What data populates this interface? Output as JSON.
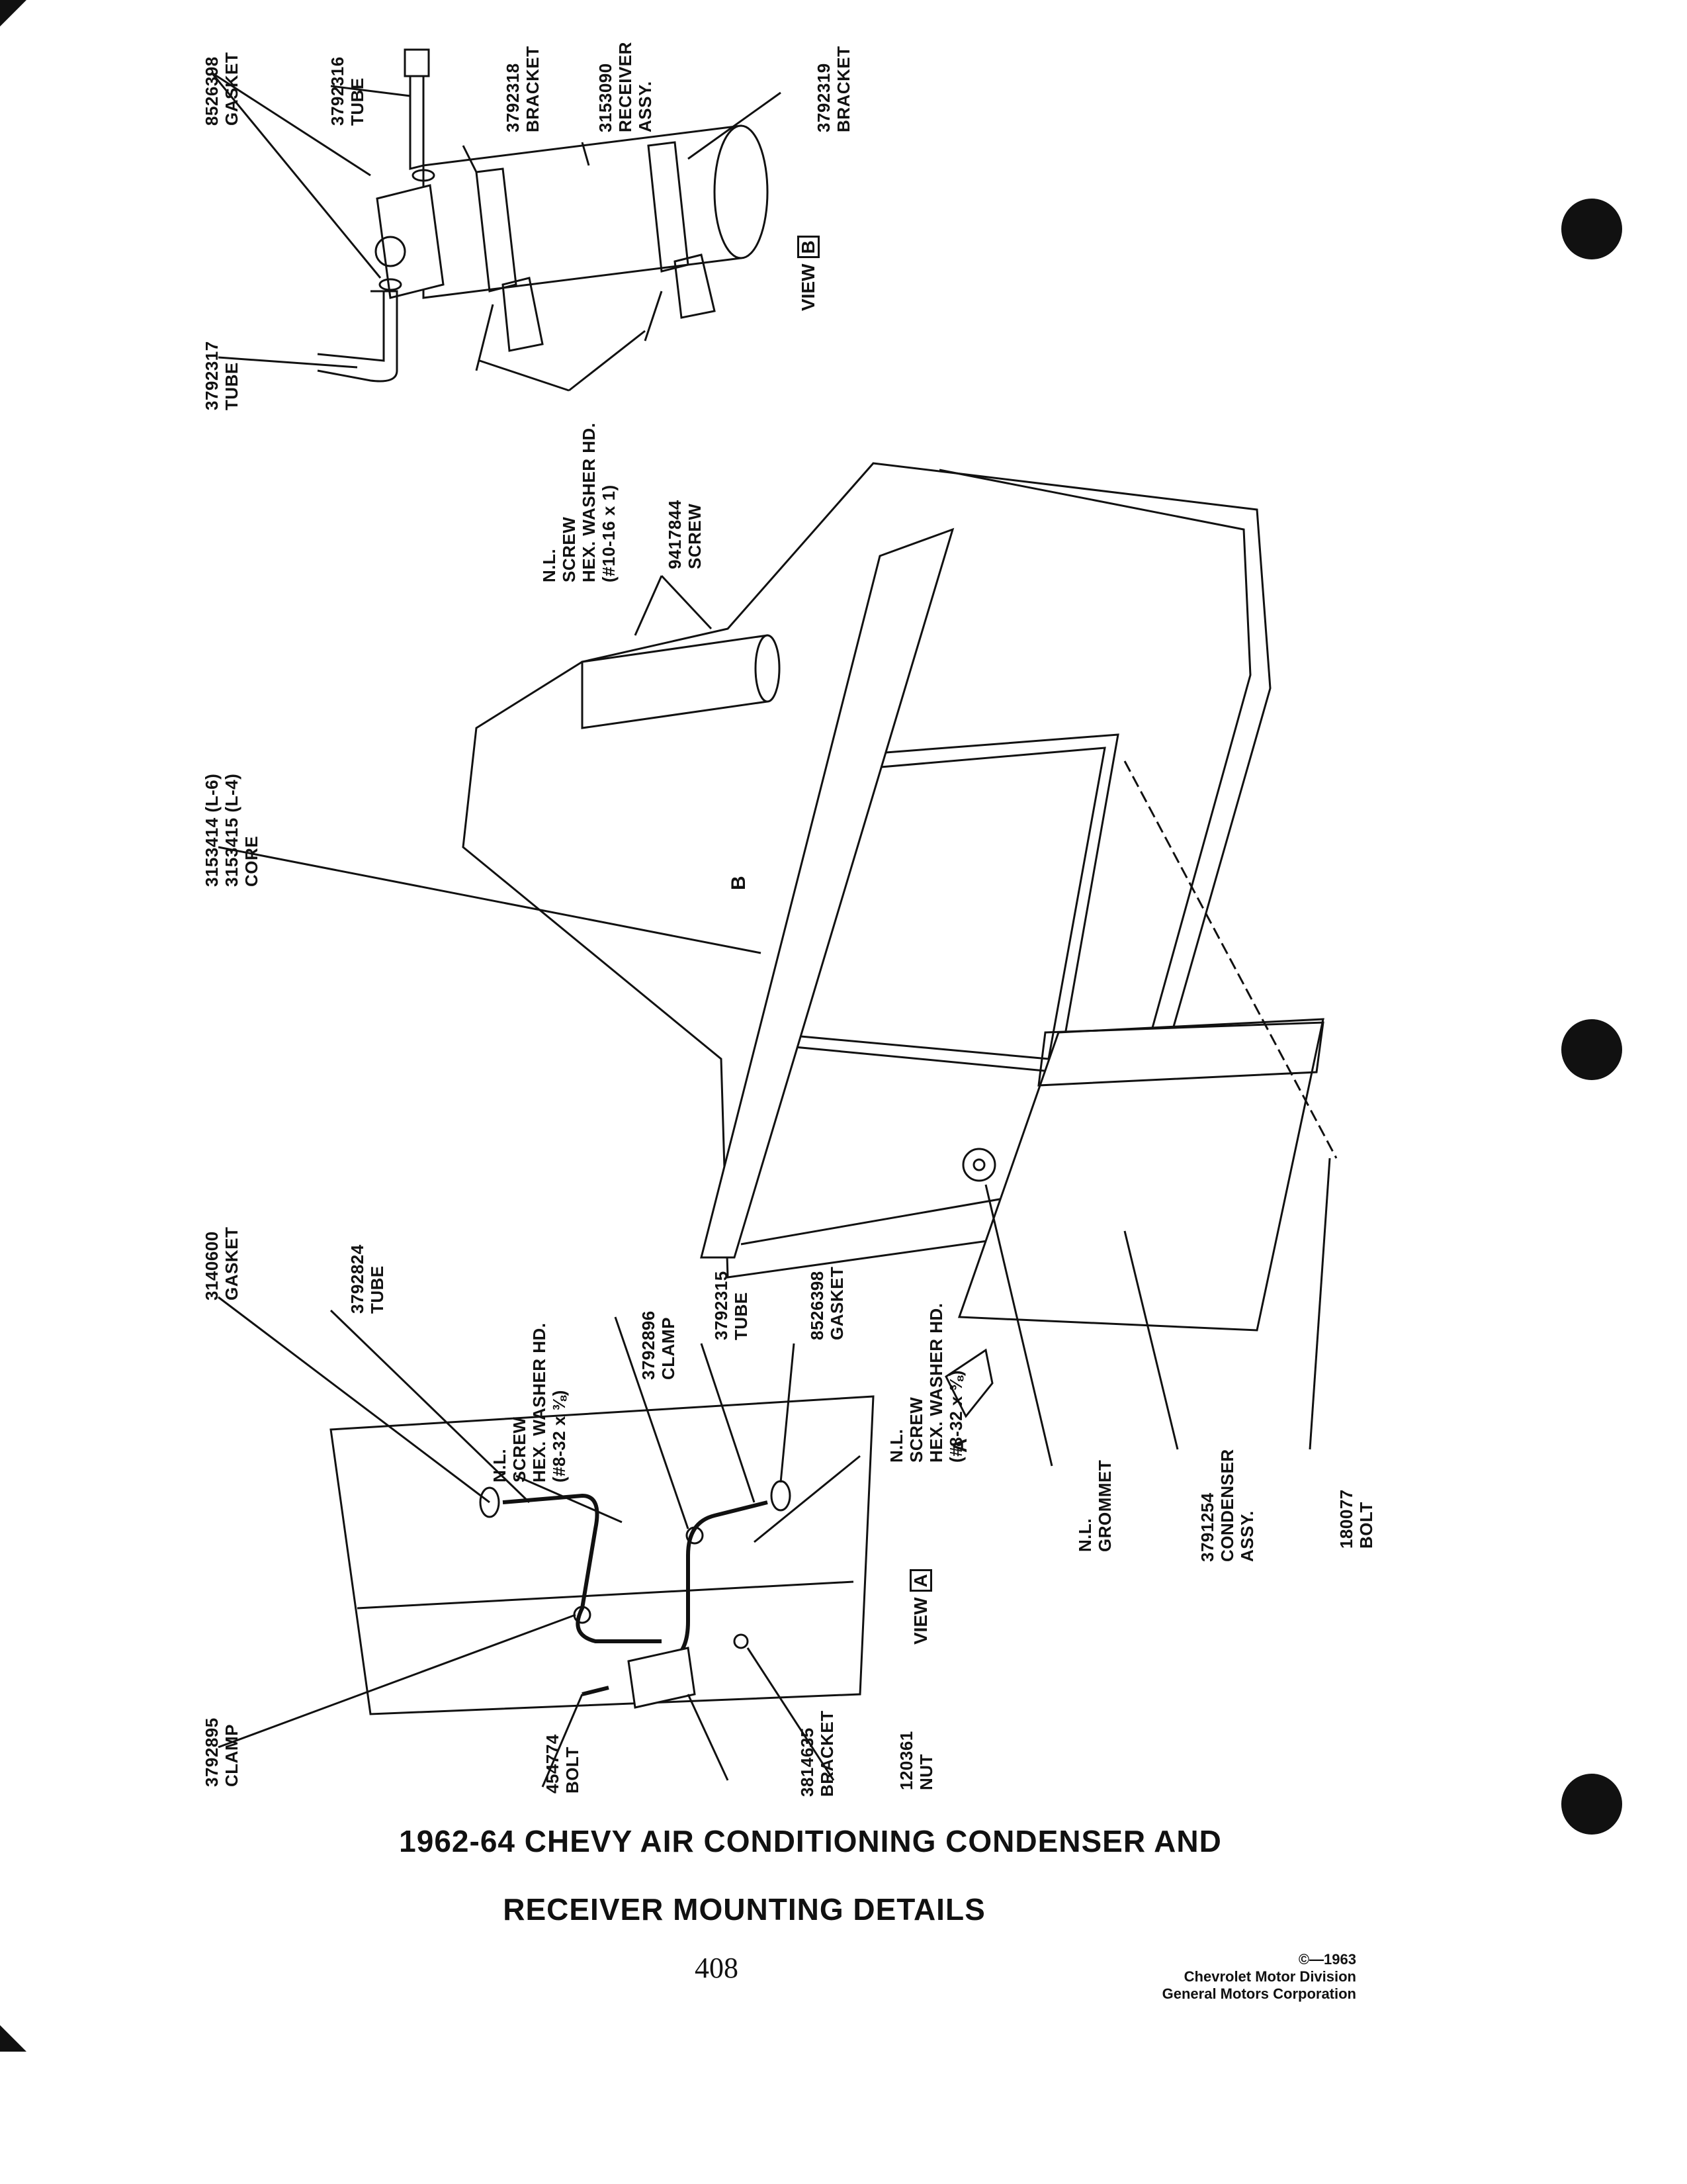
{
  "view_b": {
    "labels": {
      "gasket_8526398": [
        "8526398",
        "GASKET"
      ],
      "tube_3792316": [
        "3792316",
        "TUBE"
      ],
      "bracket_3792318": [
        "3792318",
        "BRACKET"
      ],
      "receiver_3153090": [
        "3153090",
        "RECEIVER",
        "ASSY."
      ],
      "bracket_3792319": [
        "3792319",
        "BRACKET"
      ],
      "tube_3792317": [
        "3792317",
        "TUBE"
      ],
      "screw_nl": [
        "N.L.",
        "SCREW",
        "HEX. WASHER HD.",
        "(#10-16 x 1)"
      ]
    },
    "view_text": "VIEW",
    "view_letter": "B"
  },
  "main": {
    "labels": {
      "screw_9417844": [
        "9417844",
        "SCREW"
      ],
      "core": [
        "3153414 (L-6)",
        "3153415 (L-4)",
        "CORE"
      ],
      "grommet": [
        "N.L.",
        "GROMMET"
      ],
      "condenser": [
        "3791254",
        "CONDENSER",
        "ASSY."
      ],
      "bolt_180077": [
        "180077",
        "BOLT"
      ]
    },
    "letter_a": "A",
    "letter_b": "B"
  },
  "view_a": {
    "labels": {
      "gasket_3140600": [
        "3140600",
        "GASKET"
      ],
      "tube_3792824": [
        "3792824",
        "TUBE"
      ],
      "screw_nl_1": [
        "N.L.",
        "SCREW",
        "HEX. WASHER HD.",
        "(#8-32 x ⅜)"
      ],
      "clamp_3792896": [
        "3792896",
        "CLAMP"
      ],
      "tube_3792315": [
        "3792315",
        "TUBE"
      ],
      "gasket_8526398": [
        "8526398",
        "GASKET"
      ],
      "screw_nl_2": [
        "N.L.",
        "SCREW",
        "HEX. WASHER HD.",
        "(#8-32 x ⅜)"
      ],
      "clamp_3792895": [
        "3792895",
        "CLAMP"
      ],
      "bolt_454774": [
        "454774",
        "BOLT"
      ],
      "bracket_3814635": [
        "3814635",
        "BRACKET"
      ],
      "nut_120361": [
        "120361",
        "NUT"
      ]
    },
    "view_text": "VIEW",
    "view_letter": "A"
  },
  "caption": {
    "line1": "1962-64 CHEVY AIR CONDITIONING CONDENSER AND",
    "line2": "RECEIVER MOUNTING DETAILS"
  },
  "page_number": "408",
  "copyright": {
    "line1": "©—1963",
    "line2": "Chevrolet Motor Division",
    "line3": "General Motors Corporation"
  }
}
